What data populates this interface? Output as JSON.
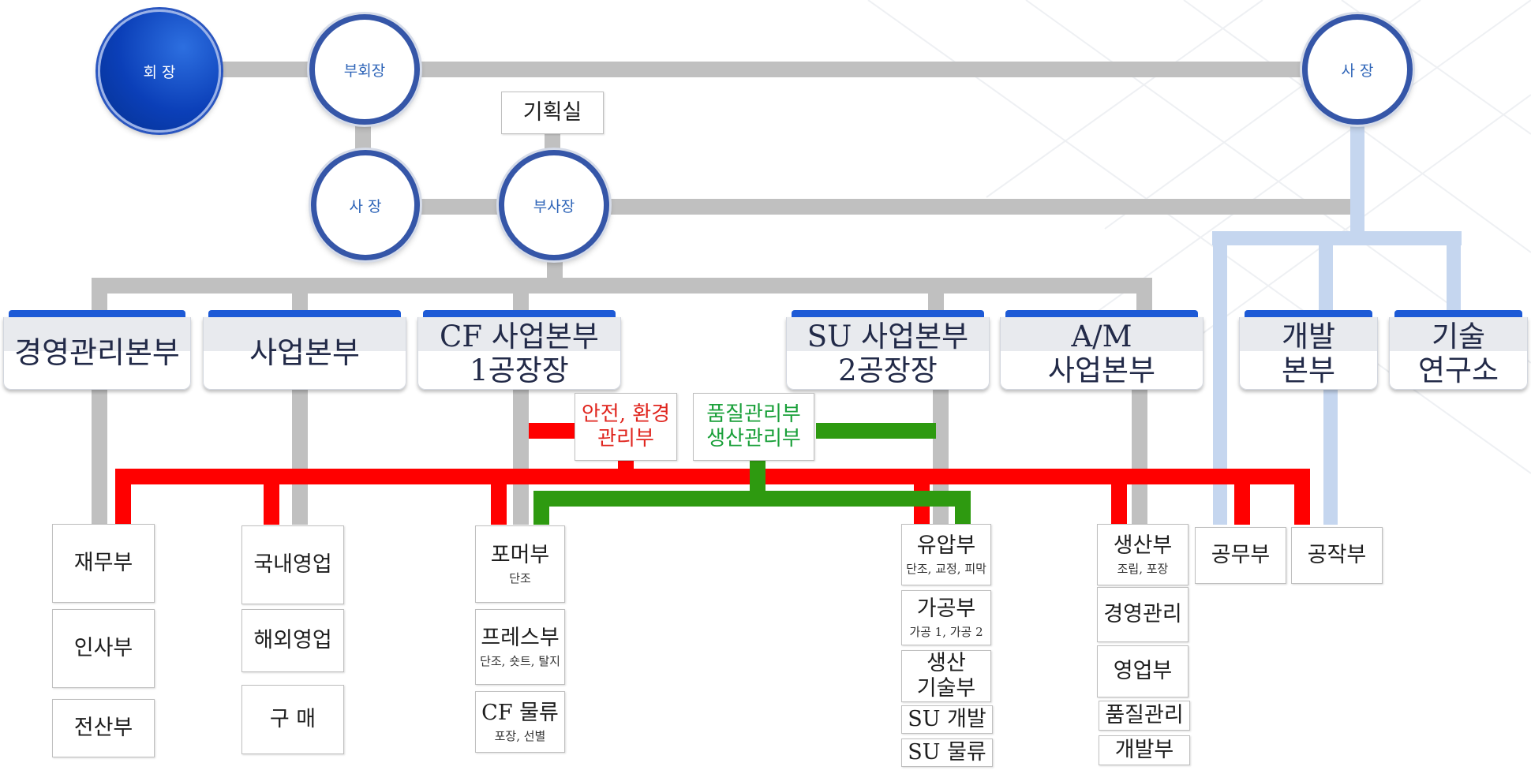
{
  "colors": {
    "gray_line": "#c0c0c0",
    "red_line": "#ff0000",
    "green_line": "#2e9a10",
    "light_blue_line": "#c5d6ef",
    "circle_border": "#3556a8",
    "division_tab": "#1d5ad6"
  },
  "executives": {
    "chairman": "회 장",
    "vice_chairman": "부회장",
    "president_top": "사  장",
    "president": "사   장",
    "vice_president": "부사장",
    "planning_office": "기획실"
  },
  "divisions": {
    "management_hq": "경영관리본부",
    "business_hq": "사업본부",
    "cf_hq": "CF 사업본부\n1공장장",
    "su_hq": "SU 사업본부\n2공장장",
    "am_hq": "A/M\n사업본부",
    "dev_hq": "개발\n본부",
    "tech_lab": "기술\n연구소"
  },
  "cross_departments": {
    "safety_env": "안전, 환경\n관리부",
    "quality_production": "품질관리부\n생산관리부"
  },
  "departments": {
    "finance": "재무부",
    "hr": "인사부",
    "it": "전산부",
    "domestic_sales": "국내영업",
    "overseas_sales": "해외영업",
    "purchasing": "구    매",
    "former": {
      "name": "포머부",
      "sub": "단조"
    },
    "press": {
      "name": "프레스부",
      "sub": "단조, 숏트, 탈지"
    },
    "cf_logistics": {
      "name": "CF 물류",
      "sub": "포장, 선별"
    },
    "hydraulic": {
      "name": "유압부",
      "sub": "단조, 교정, 피막"
    },
    "machining": {
      "name": "가공부",
      "sub": "가공 1, 가공 2"
    },
    "prod_tech": "생산\n기술부",
    "su_dev": "SU 개발",
    "su_logistics": "SU 물류",
    "production": {
      "name": "생산부",
      "sub": "조립, 포장"
    },
    "management": "경영관리",
    "sales": "영업부",
    "quality": "품질관리",
    "development": "개발부",
    "engineering": "공무부",
    "workshop": "공작부"
  }
}
